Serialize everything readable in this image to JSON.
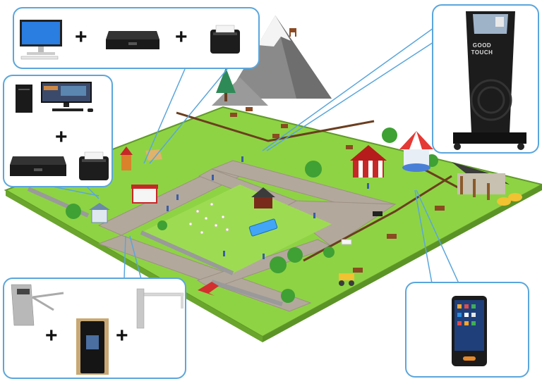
{
  "scene": {
    "subject": "amusement park and farm ticketing system overview",
    "colors": {
      "grass": "#8ed344",
      "grass_edge": "#5f9a28",
      "path": "#b3a89c",
      "callout_border": "#5aa6dc",
      "fence": "#6b3e1f",
      "mountain": "#8a8a8a"
    }
  },
  "callouts": [
    {
      "id": "pos-top",
      "items": [
        "desktop-pc-icon",
        "plus",
        "cash-drawer-icon",
        "plus",
        "receipt-printer-icon"
      ]
    },
    {
      "id": "pos-left",
      "items": [
        "tower-pc-with-monitor-icon",
        "plus",
        "cash-drawer-icon",
        "receipt-printer-icon"
      ]
    },
    {
      "id": "kiosk",
      "items": [
        "self-service-kiosk-icon"
      ],
      "logo_line1": "GOOD",
      "logo_line2": "TOUCH"
    },
    {
      "id": "access-control",
      "items": [
        "tripod-turnstile-icon",
        "plus",
        "ticket-validator-icon",
        "plus",
        "swing-gate-icon"
      ]
    },
    {
      "id": "handheld",
      "items": [
        "handheld-pos-terminal-icon"
      ]
    }
  ],
  "plus_sign": "+"
}
